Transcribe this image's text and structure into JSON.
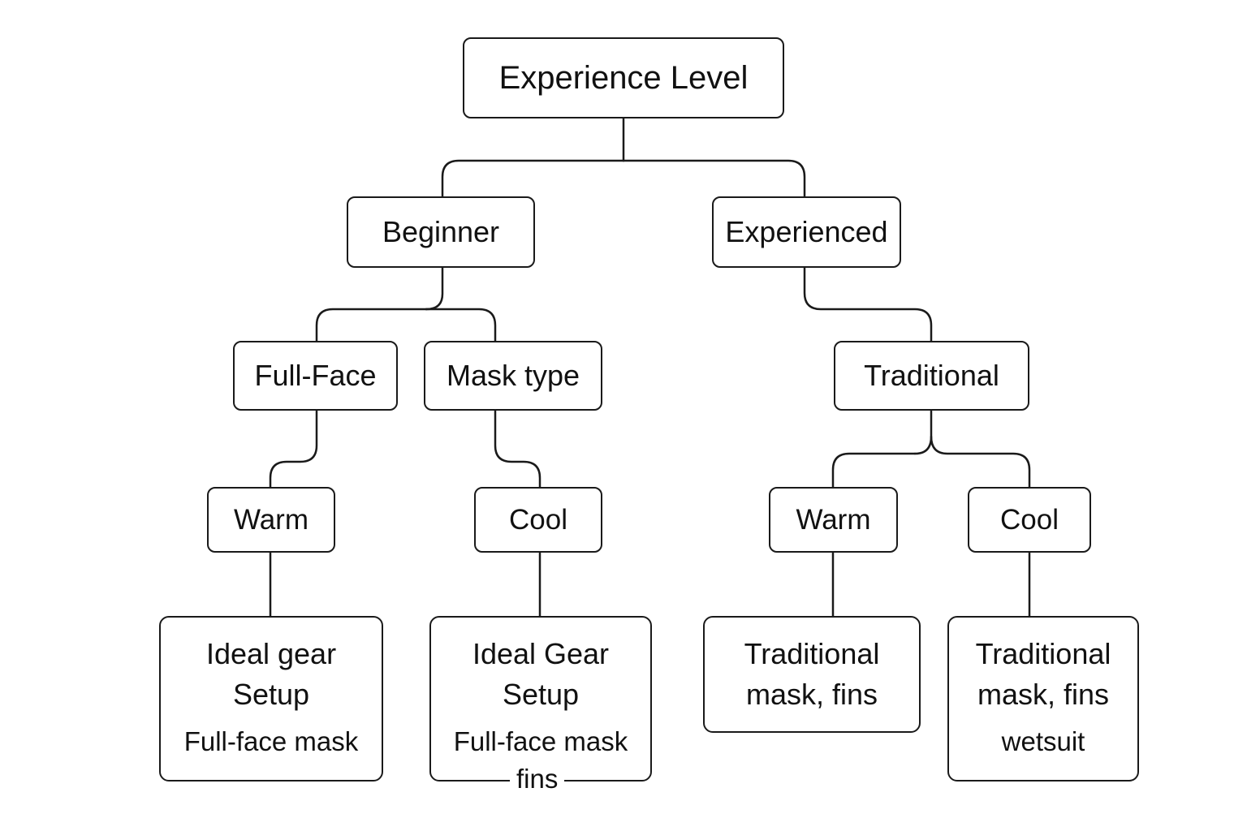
{
  "root": {
    "label": "Experience Level"
  },
  "level1": {
    "beginner": {
      "label": "Beginner"
    },
    "experienced": {
      "label": "Experienced"
    }
  },
  "level2": {
    "full_face": {
      "label": "Full-Face"
    },
    "mask_type": {
      "label": "Mask type"
    },
    "traditional": {
      "label": "Traditional"
    }
  },
  "level3": {
    "warm_left": {
      "label": "Warm"
    },
    "cool_left": {
      "label": "Cool"
    },
    "warm_right": {
      "label": "Warm"
    },
    "cool_right": {
      "label": "Cool"
    }
  },
  "outcomes": {
    "beginner_warm": {
      "title_line1": "Ideal gear",
      "title_line2": "Setup",
      "detail_line1": "Full-face mask"
    },
    "beginner_cool": {
      "title_line1": "Ideal Gear",
      "title_line2": "Setup",
      "detail_line1": "Full-face mask",
      "detail_line2": "fins"
    },
    "experienced_warm": {
      "title_line1": "Traditional",
      "title_line2": "mask, fins"
    },
    "experienced_cool": {
      "title_line1": "Traditional",
      "title_line2": "mask, fins",
      "detail_line1": "wetsuit"
    }
  },
  "colors": {
    "stroke": "#1a1a1a",
    "text": "#111111",
    "background": "#ffffff"
  }
}
